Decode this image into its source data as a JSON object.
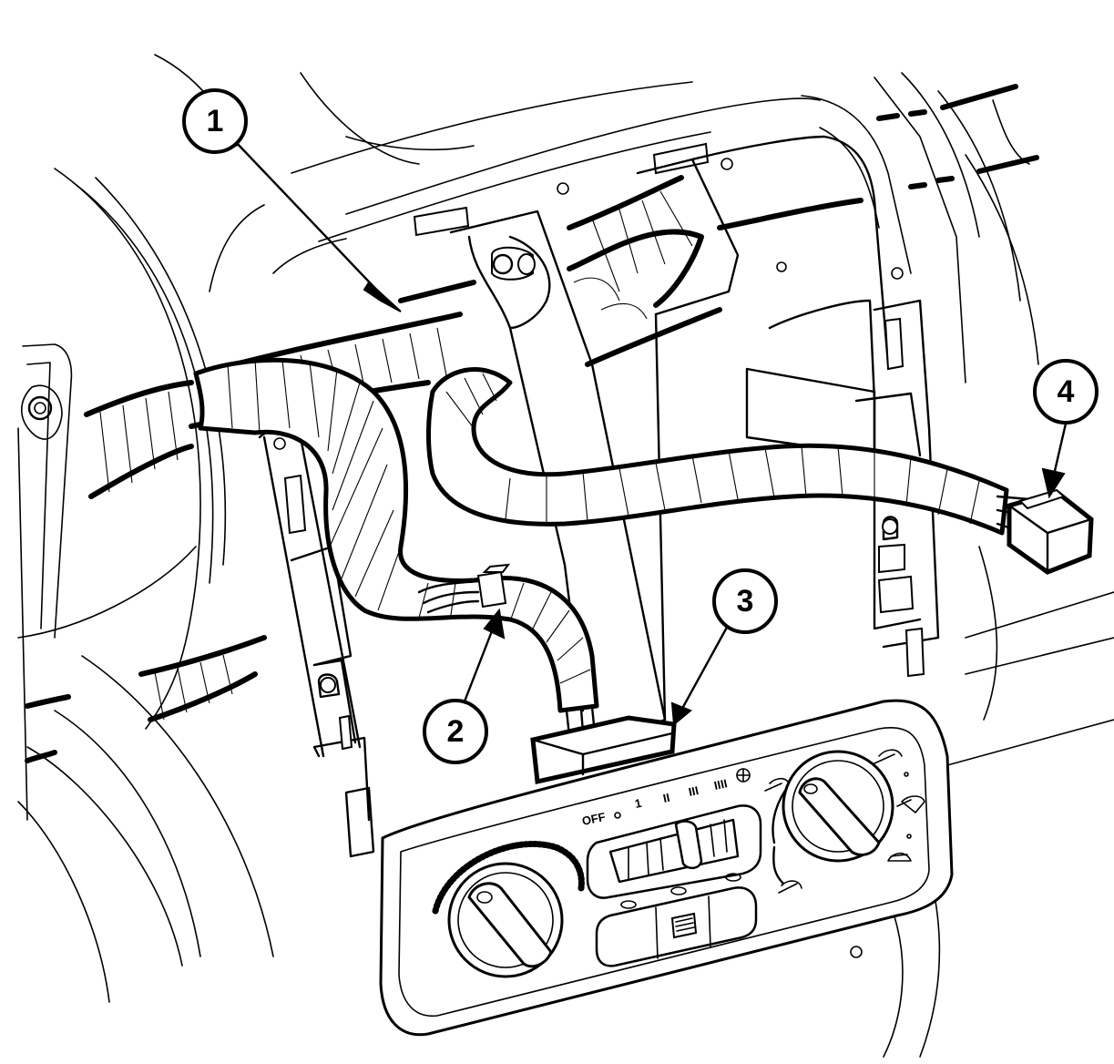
{
  "callouts": [
    {
      "id": "1",
      "label": "1"
    },
    {
      "id": "2",
      "label": "2"
    },
    {
      "id": "3",
      "label": "3"
    },
    {
      "id": "4",
      "label": "4"
    }
  ],
  "control_panel": {
    "fan_speed_labels": [
      "OFF",
      "1",
      "II",
      "III",
      "IIII"
    ]
  }
}
